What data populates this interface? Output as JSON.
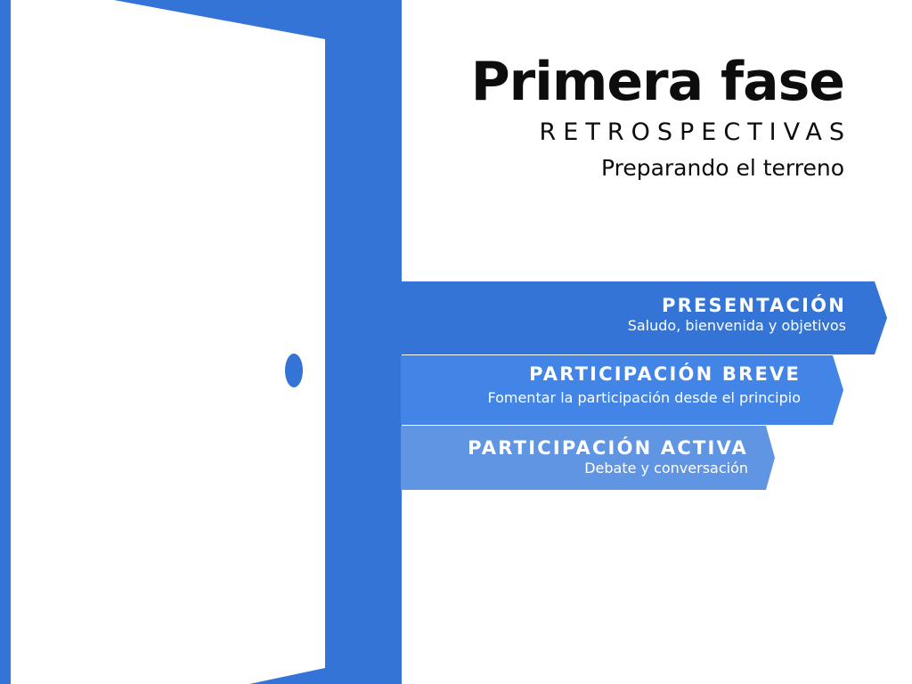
{
  "header": {
    "title": "Primera fase",
    "subtitle": "RETROSPECTIVAS",
    "tagline": "Preparando el terreno"
  },
  "steps": [
    {
      "heading": "PRESENTACIÓN",
      "description": "Saludo, bienvenida y objetivos"
    },
    {
      "heading": "PARTICIPACIÓN BREVE",
      "description": "Fomentar la participación desde el principio"
    },
    {
      "heading": "PARTICIPACIÓN ACTIVA",
      "description": "Debate y conversación"
    }
  ],
  "colors": {
    "door_frame": "#3374d6",
    "door_panel": "#ffffff",
    "step_1": "#3374d6",
    "step_2": "#4385e6",
    "step_3": "#6095e3",
    "text_dark": "#0d0d0d",
    "text_light": "#ffffff"
  }
}
